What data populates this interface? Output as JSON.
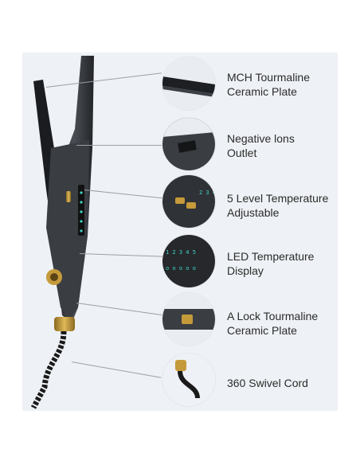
{
  "features": [
    {
      "icon": "plate-closeup-icon",
      "line1": "MCH Tourmaline",
      "line2": "Ceramic Plate"
    },
    {
      "icon": "ion-outlet-icon",
      "line1": "Negative lons",
      "line2": "Outlet"
    },
    {
      "icon": "temperature-buttons-icon",
      "line1": "5 Level Temperature",
      "line2": "Adjustable"
    },
    {
      "icon": "led-display-icon",
      "line1": "LED Temperature",
      "line2": "Display"
    },
    {
      "icon": "lock-button-icon",
      "line1": "A Lock Tourmaline",
      "line2": "Ceramic Plate"
    },
    {
      "icon": "swivel-cord-icon",
      "line1": "360 Swivel Cord",
      "line2": ""
    }
  ],
  "colors": {
    "body": "#2f3236",
    "gold": "#c59a3a",
    "led": "#3fd6c8",
    "panel": "#eef1f5"
  }
}
